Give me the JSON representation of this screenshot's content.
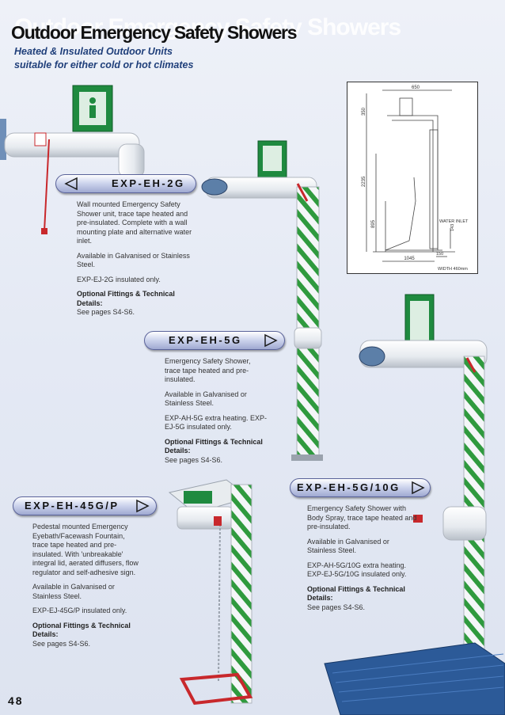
{
  "header": {
    "title": "Outdoor Emergency Safety Showers",
    "subtitle_line1": "Heated & Insulated Outdoor Units",
    "subtitle_line2": "suitable for either cold or hot climates"
  },
  "diagram": {
    "dim_top": "650",
    "dim_upper": "350",
    "dim_total": "2235",
    "dim_lower": "895",
    "dim_base": "1045",
    "dim_foot": "150",
    "dim_inlet": "143",
    "water_inlet": "WATER INLET",
    "width_note": "WIDTH 460mm"
  },
  "products": [
    {
      "code": "EXP-EH-2G",
      "description": "Wall mounted Emergency Safety Shower unit, trace tape heated and pre-insulated. Complete with a wall mounting plate and alternative water inlet.",
      "availability": "Available in Galvanised or Stainless Steel.",
      "variants": "EXP-EJ-2G insulated only.",
      "optional_label": "Optional Fittings & Technical Details:",
      "pages": "See pages S4-S6."
    },
    {
      "code": "EXP-EH-5G",
      "description": "Emergency Safety Shower, trace tape heated and pre-insulated.",
      "availability": "Available in Galvanised or Stainless Steel.",
      "variants": "EXP-AH-5G extra heating. EXP-EJ-5G insulated only.",
      "optional_label": "Optional Fittings & Technical Details:",
      "pages": "See pages S4-S6."
    },
    {
      "code": "EXP-EH-45G/P",
      "description": "Pedestal mounted Emergency Eyebath/Facewash Fountain, trace tape heated and pre-insulated. With 'unbreakable' integral lid, aerated diffusers, flow regulator and self-adhesive sign.",
      "availability": "Available in Galvanised or Stainless Steel.",
      "variants": "EXP-EJ-45G/P insulated only.",
      "optional_label": "Optional Fittings & Technical Details:",
      "pages": "See pages S4-S6."
    },
    {
      "code": "EXP-EH-5G/10G",
      "description": "Emergency Safety Shower with Body Spray, trace tape heated and pre-insulated.",
      "availability": "Available in Galvanised or Stainless Steel.",
      "variants": "EXP-AH-5G/10G extra heating. EXP-EJ-5G/10G insulated only.",
      "optional_label": "Optional Fittings & Technical Details:",
      "pages": "See pages S4-S6."
    }
  ],
  "page_number": "48",
  "colors": {
    "stripe_green": "#2f9a3e",
    "pipe_white": "#f4f6f8",
    "sign_green": "#1f8a3f",
    "accent_red": "#c8282c",
    "pill_blue": "#aab3db"
  }
}
